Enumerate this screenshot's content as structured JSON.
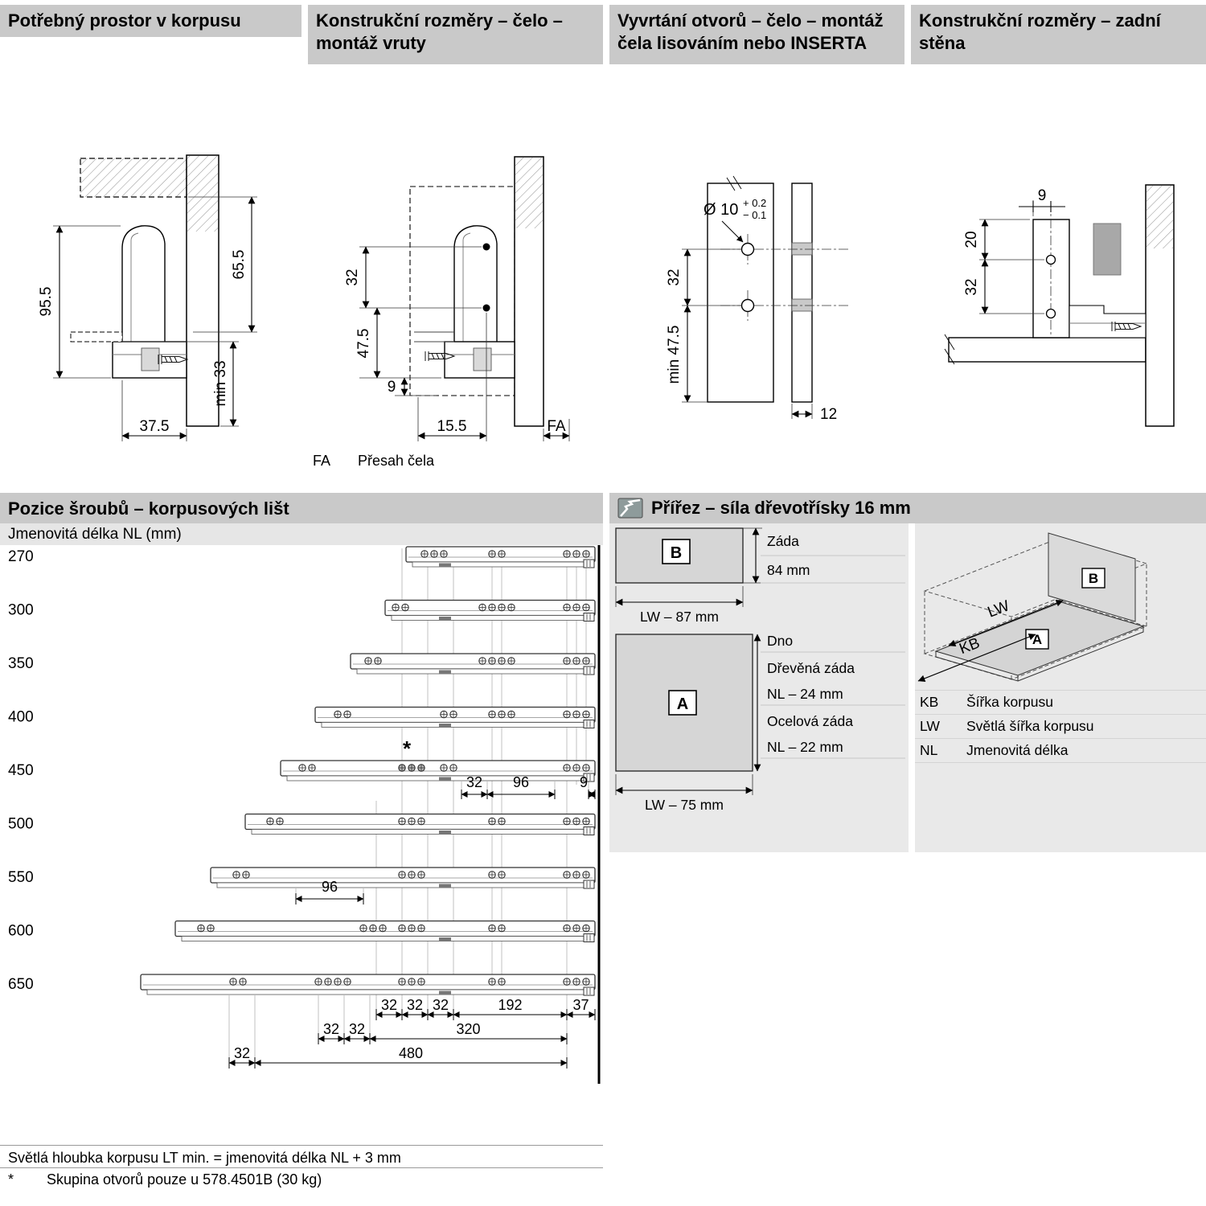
{
  "panel1": {
    "title": "Potřebný prostor v korpusu",
    "dim_955": "95.5",
    "dim_655": "65.5",
    "dim_min33": "min 33",
    "dim_375": "37.5"
  },
  "panel2": {
    "title": "Konstrukční rozměry – čelo – montáž vruty",
    "dim_32": "32",
    "dim_475": "47.5",
    "dim_9": "9",
    "dim_155": "15.5",
    "dim_fa": "FA",
    "note_key": "FA",
    "note_text": "Přesah čela"
  },
  "panel3": {
    "title": "Vyvrtání otvorů – čelo – montáž čela lisováním nebo INSERTA",
    "dim_dia": "Ø 10",
    "dim_tol_plus": "+ 0.2",
    "dim_tol_minus": "− 0.1",
    "dim_32": "32",
    "dim_min475": "min 47.5",
    "dim_12": "12"
  },
  "panel4": {
    "title": "Konstrukční rozměry – zadní stěna",
    "dim_9": "9",
    "dim_20": "20",
    "dim_32": "32"
  },
  "screws": {
    "title": "Pozice šroubů – korpusových lišt",
    "subtitle": "Jmenovitá délka NL (mm)",
    "lengths": [
      "270",
      "300",
      "350",
      "400",
      "450",
      "500",
      "550",
      "600",
      "650"
    ],
    "asterisk": "*",
    "dim_32a": "32",
    "dim_96a": "96",
    "dim_9": "9",
    "dim_96b": "96",
    "chain1": [
      "32",
      "32",
      "32",
      "192",
      "37"
    ],
    "chain2": [
      "32",
      "32",
      "320"
    ],
    "chain3": [
      "32",
      "480"
    ]
  },
  "cutting": {
    "title": "Přířez – síla dřevotřísky 16 mm",
    "panelB": {
      "label": "B",
      "name": "Záda",
      "height": "84 mm",
      "width": "LW – 87 mm"
    },
    "panelA": {
      "label": "A",
      "rows": [
        "Dno",
        "Dřevěná záda",
        "NL – 24 mm",
        "Ocelová záda",
        "NL – 22 mm"
      ],
      "width": "LW – 75 mm"
    },
    "iso": {
      "labelA": "A",
      "labelB": "B",
      "lw": "LW",
      "kb": "KB"
    },
    "legend": [
      {
        "key": "KB",
        "value": "Šířka korpusu"
      },
      {
        "key": "LW",
        "value": "Světlá šířka korpusu"
      },
      {
        "key": "NL",
        "value": "Jmenovitá délka"
      }
    ]
  },
  "footer": {
    "line1": "Světlá hloubka korpusu LT min. = jmenovitá délka NL + 3 mm",
    "star": "*",
    "line2": "Skupina otvorů pouze u 578.4501B (30 kg)"
  }
}
